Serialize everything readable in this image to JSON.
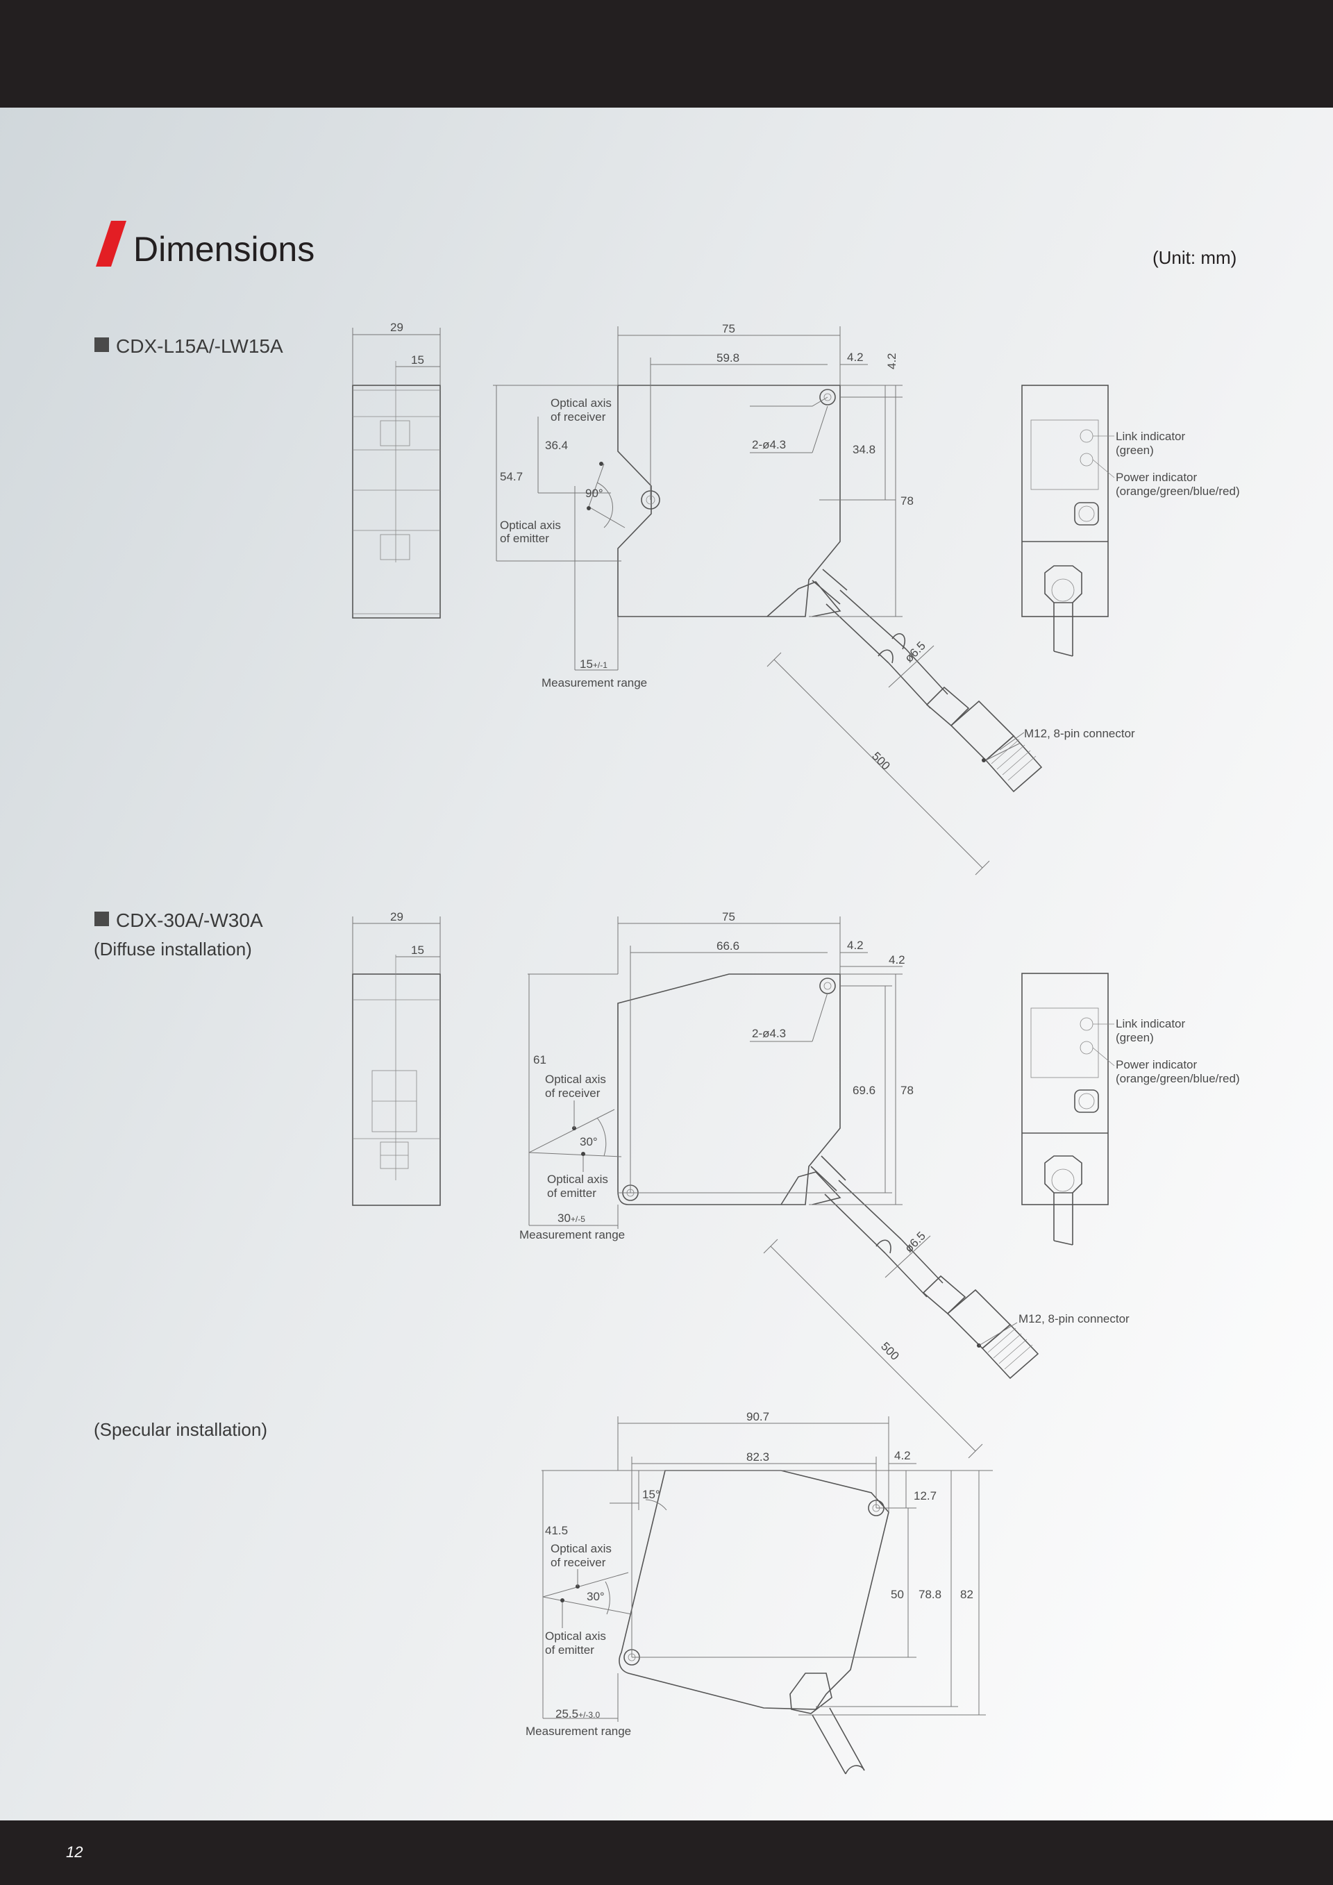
{
  "page": {
    "title": "Dimensions",
    "unit": "(Unit: mm)",
    "page_number": "12"
  },
  "sections": {
    "s1": {
      "model": "CDX-L15A/-LW15A"
    },
    "s2": {
      "model": "CDX-30A/-W30A",
      "install": "(Diffuse installation)"
    },
    "s3": {
      "install": "(Specular installation)"
    }
  },
  "labels": {
    "optical_axis": "Optical axis",
    "of_receiver": "of receiver",
    "of_emitter": "of emitter",
    "measurement_range": "Measurement range",
    "hole": "2-ø4.3",
    "link": "Link indicator",
    "green": "(green)",
    "power": "Power indicator",
    "power_colors": "(orange/green/blue/red)",
    "connector": "M12, 8-pin connector",
    "cable_dia": "ø6.5"
  },
  "dims": {
    "d1": {
      "w29": "29",
      "w15": "15",
      "w75": "75",
      "w59": "59.8",
      "d42a": "4.2",
      "d42b": "4.2",
      "v547": "54.7",
      "v364": "36.4",
      "v348": "34.8",
      "v78": "78",
      "angle": "90°",
      "range": "15",
      "tol": "+/-1",
      "cable": "500"
    },
    "d2": {
      "w29": "29",
      "w15": "15",
      "w75": "75",
      "w66": "66.6",
      "d42a": "4.2",
      "d42b": "4.2",
      "v61": "61",
      "v696": "69.6",
      "v78": "78",
      "angle": "30°",
      "range": "30",
      "tol": "+/-5",
      "cable": "500"
    },
    "d3": {
      "w907": "90.7",
      "w823": "82.3",
      "d42": "4.2",
      "v127": "12.7",
      "v50": "50",
      "v788": "78.8",
      "v82": "82",
      "v415": "41.5",
      "tilt": "15°",
      "angle": "30°",
      "range": "25.5",
      "tol": "+/-3.0"
    }
  }
}
